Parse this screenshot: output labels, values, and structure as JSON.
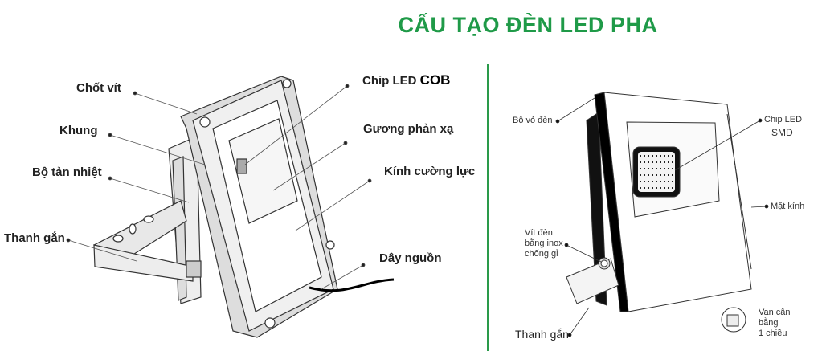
{
  "title": "CẤU TẠO ĐÈN LED PHA",
  "colors": {
    "title": "#1f9a48",
    "divider": "#2a9a4a"
  },
  "cob_diagram": {
    "labels": {
      "chot_vit": "Chốt vít",
      "khung": "Khung",
      "bo_tan_nhiet": "Bộ tản nhiệt",
      "thanh_gan": "Thanh gắn",
      "chip_led": "Chip LED",
      "cob": "COB",
      "guong_phan_xa": "Gương phản xạ",
      "kinh_cuong_luc": "Kính cường lực",
      "day_nguon": "Dây nguồn"
    }
  },
  "smd_diagram": {
    "labels": {
      "bo_vo_den": "Bộ vỏ đèn",
      "chip_led": "Chip LED",
      "smd": "SMD",
      "mat_kinh": "Mặt kính",
      "vit_den_1": "Vít đèn",
      "vit_den_2": "bằng inox",
      "vit_den_3": "chống gỉ",
      "thanh_gan": "Thanh gắn",
      "van_1": "Van cân",
      "van_2": "bằng",
      "van_3": "1 chiều"
    }
  }
}
